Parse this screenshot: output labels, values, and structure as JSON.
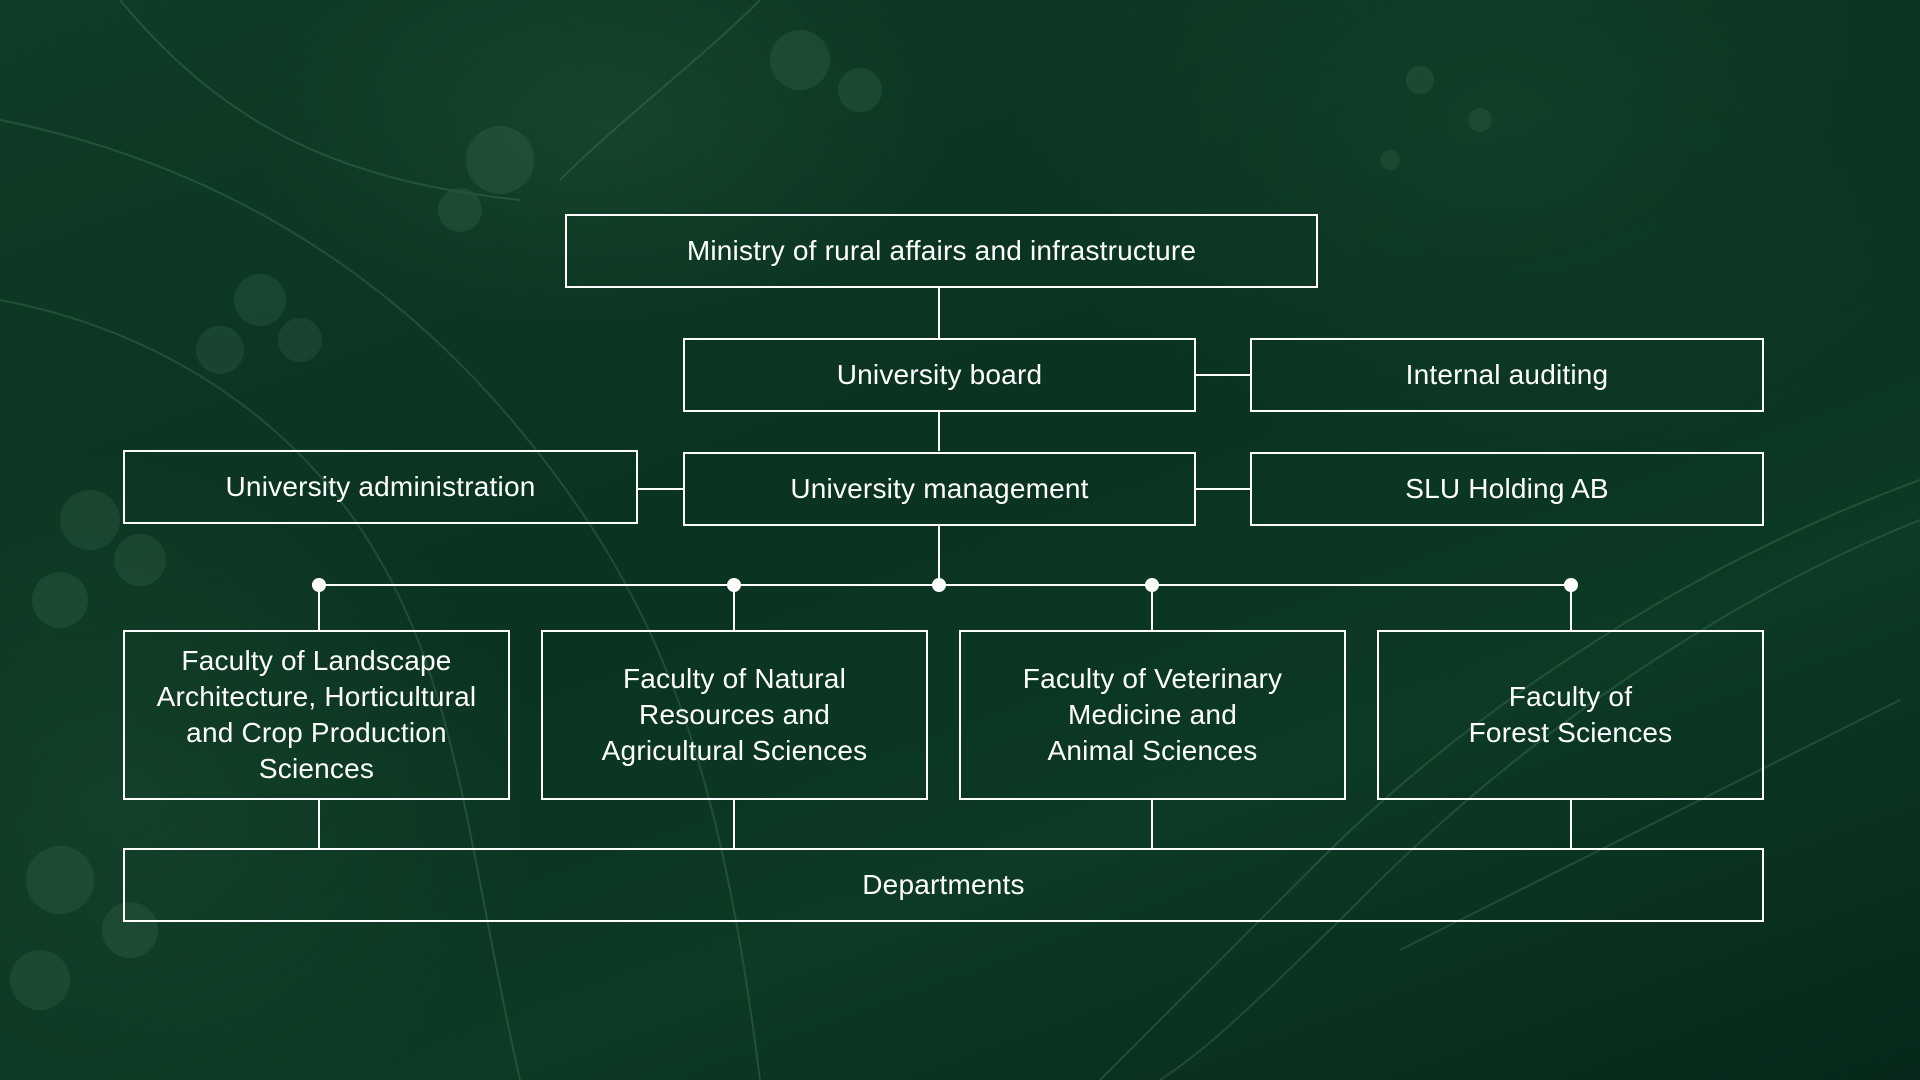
{
  "org_chart": {
    "ministry": "Ministry of rural affairs and infrastructure",
    "board": "University board",
    "internal_auditing": "Internal auditing",
    "administration": "University administration",
    "management": "University management",
    "holding": "SLU Holding AB",
    "faculties": [
      "Faculty of Landscape\nArchitecture, Horticultural\nand Crop Production\nSciences",
      "Faculty of Natural\nResources and\nAgricultural Sciences",
      "Faculty of Veterinary\nMedicine and\nAnimal Sciences",
      "Faculty of\nForest Sciences"
    ],
    "departments": "Departments"
  },
  "colors": {
    "background": "#0b3320",
    "line": "#ffffff",
    "text": "#ffffff"
  }
}
